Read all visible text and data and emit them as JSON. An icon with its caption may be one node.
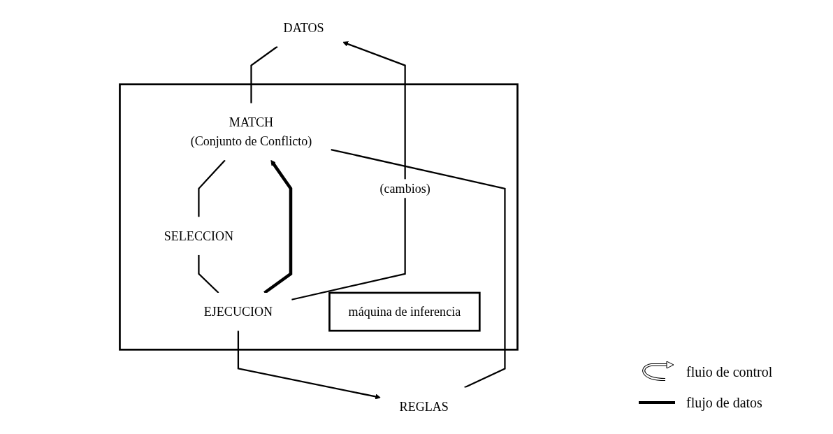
{
  "diagram": {
    "nodes": [
      {
        "text": [
          "DATOS"
        ]
      },
      {
        "text": [
          "REGLAS"
        ]
      },
      {
        "text": [],
        "shape": "box"
      },
      {
        "text": [
          "MATCH",
          "(Conjunto de Conflicto)"
        ],
        "in": 2
      },
      {
        "text": [
          "SELECCION"
        ],
        "in": 2
      },
      {
        "text": [
          "EJECUCION"
        ],
        "in": 2
      },
      {
        "text": [
          "máquina de inferencia"
        ],
        "in": 2
      }
    ],
    "edges": [
      {
        "from": 0,
        "to": 3,
        "arrow": "none"
      },
      {
        "from": 1,
        "to": 3,
        "arrow": "none"
      },
      {
        "from": 3,
        "to": 4,
        "arrow": "none"
      },
      {
        "from": 4,
        "to": 5,
        "arrow": "none"
      },
      {
        "from": 5,
        "to": 3,
        "arrow": "to",
        "style": "thick"
      },
      {
        "from": 5,
        "to": 0,
        "arrow": "to",
        "label": "(cambios)"
      },
      {
        "from": 5,
        "to": 1,
        "arrow": "to"
      }
    ],
    "legend": [
      {
        "text": "fluio de control"
      },
      {
        "text": "flujo de datos"
      }
    ]
  }
}
